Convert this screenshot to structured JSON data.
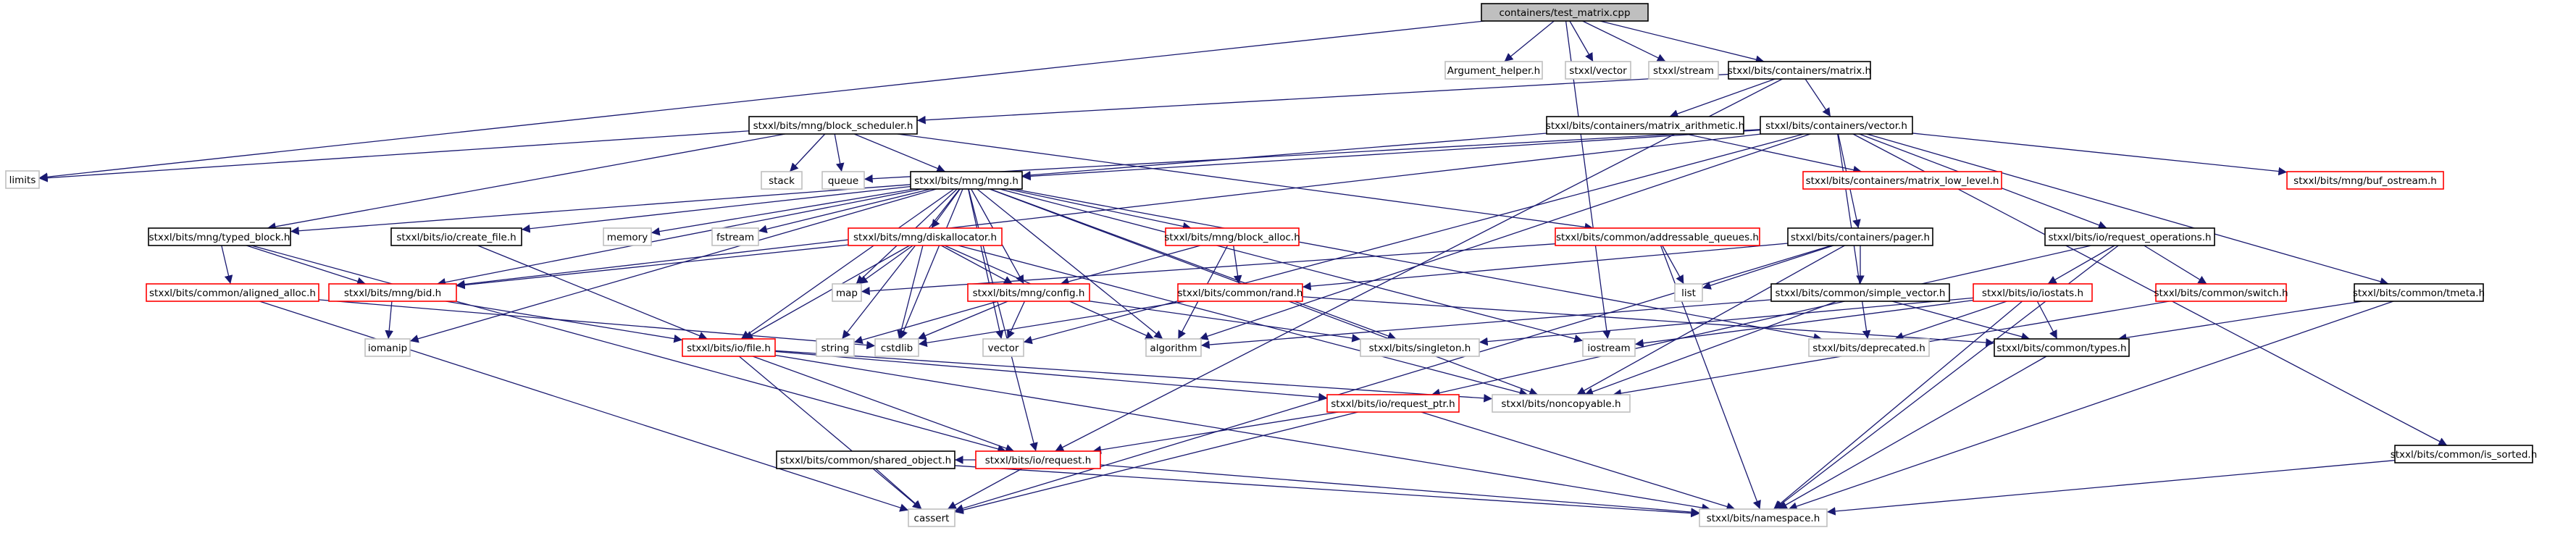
{
  "colors": {
    "root_fill": "#bfbfbf",
    "root_border": "#000000",
    "normal_border": "#000000",
    "truncated_border": "#ff0000",
    "leaf_border": "#bfbfbf",
    "edge": "#191970",
    "text": "#000000",
    "background": "#ffffff"
  },
  "nodes": [
    {
      "id": "root",
      "label": "containers/test_matrix.cpp",
      "kind": "root"
    },
    {
      "id": "limits",
      "label": "limits",
      "kind": "leaf"
    },
    {
      "id": "argument_helper",
      "label": "Argument_helper.h",
      "kind": "leaf"
    },
    {
      "id": "stxxl_vector",
      "label": "stxxl/vector",
      "kind": "leaf"
    },
    {
      "id": "stxxl_stream",
      "label": "stxxl/stream",
      "kind": "leaf"
    },
    {
      "id": "matrix_h",
      "label": "stxxl/bits/containers/matrix.h",
      "kind": "normal"
    },
    {
      "id": "block_scheduler",
      "label": "stxxl/bits/mng/block_scheduler.h",
      "kind": "normal"
    },
    {
      "id": "stack",
      "label": "stack",
      "kind": "leaf"
    },
    {
      "id": "queue",
      "label": "queue",
      "kind": "leaf"
    },
    {
      "id": "matrix_arith",
      "label": "stxxl/bits/containers/matrix_arithmetic.h",
      "kind": "normal"
    },
    {
      "id": "vector_h",
      "label": "stxxl/bits/containers/vector.h",
      "kind": "normal"
    },
    {
      "id": "mng_h",
      "label": "stxxl/bits/mng/mng.h",
      "kind": "normal"
    },
    {
      "id": "matrix_low",
      "label": "stxxl/bits/containers/matrix_low_level.h",
      "kind": "truncated"
    },
    {
      "id": "buf_ostream",
      "label": "stxxl/bits/mng/buf_ostream.h",
      "kind": "truncated"
    },
    {
      "id": "typed_block",
      "label": "stxxl/bits/mng/typed_block.h",
      "kind": "normal"
    },
    {
      "id": "create_file",
      "label": "stxxl/bits/io/create_file.h",
      "kind": "normal"
    },
    {
      "id": "memory",
      "label": "memory",
      "kind": "leaf"
    },
    {
      "id": "fstream",
      "label": "fstream",
      "kind": "leaf"
    },
    {
      "id": "diskallocator",
      "label": "stxxl/bits/mng/diskallocator.h",
      "kind": "truncated"
    },
    {
      "id": "block_alloc",
      "label": "stxxl/bits/mng/block_alloc.h",
      "kind": "truncated"
    },
    {
      "id": "addressable_queues",
      "label": "stxxl/bits/common/addressable_queues.h",
      "kind": "truncated"
    },
    {
      "id": "pager",
      "label": "stxxl/bits/containers/pager.h",
      "kind": "normal"
    },
    {
      "id": "request_ops",
      "label": "stxxl/bits/io/request_operations.h",
      "kind": "normal"
    },
    {
      "id": "aligned_alloc",
      "label": "stxxl/bits/common/aligned_alloc.h",
      "kind": "truncated"
    },
    {
      "id": "bid_h",
      "label": "stxxl/bits/mng/bid.h",
      "kind": "truncated"
    },
    {
      "id": "map",
      "label": "map",
      "kind": "leaf"
    },
    {
      "id": "config_h",
      "label": "stxxl/bits/mng/config.h",
      "kind": "truncated"
    },
    {
      "id": "rand_h",
      "label": "stxxl/bits/common/rand.h",
      "kind": "truncated"
    },
    {
      "id": "list",
      "label": "list",
      "kind": "leaf"
    },
    {
      "id": "simple_vector",
      "label": "stxxl/bits/common/simple_vector.h",
      "kind": "normal"
    },
    {
      "id": "iostats",
      "label": "stxxl/bits/io/iostats.h",
      "kind": "truncated"
    },
    {
      "id": "switch_h",
      "label": "stxxl/bits/common/switch.h",
      "kind": "truncated"
    },
    {
      "id": "tmeta",
      "label": "stxxl/bits/common/tmeta.h",
      "kind": "normal"
    },
    {
      "id": "iomanip",
      "label": "iomanip",
      "kind": "leaf"
    },
    {
      "id": "file_h",
      "label": "stxxl/bits/io/file.h",
      "kind": "truncated"
    },
    {
      "id": "string",
      "label": "string",
      "kind": "leaf"
    },
    {
      "id": "cstdlib",
      "label": "cstdlib",
      "kind": "leaf"
    },
    {
      "id": "vector",
      "label": "vector",
      "kind": "leaf"
    },
    {
      "id": "algorithm",
      "label": "algorithm",
      "kind": "leaf"
    },
    {
      "id": "singleton",
      "label": "stxxl/bits/singleton.h",
      "kind": "leaf"
    },
    {
      "id": "iostream",
      "label": "iostream",
      "kind": "leaf"
    },
    {
      "id": "deprecated",
      "label": "stxxl/bits/deprecated.h",
      "kind": "leaf"
    },
    {
      "id": "types_h",
      "label": "stxxl/bits/common/types.h",
      "kind": "normal"
    },
    {
      "id": "noncopyable",
      "label": "stxxl/bits/noncopyable.h",
      "kind": "leaf"
    },
    {
      "id": "request_ptr",
      "label": "stxxl/bits/io/request_ptr.h",
      "kind": "truncated"
    },
    {
      "id": "is_sorted",
      "label": "stxxl/bits/common/is_sorted.h",
      "kind": "normal"
    },
    {
      "id": "shared_object",
      "label": "stxxl/bits/common/shared_object.h",
      "kind": "normal"
    },
    {
      "id": "request_h",
      "label": "stxxl/bits/io/request.h",
      "kind": "truncated"
    },
    {
      "id": "cassert",
      "label": "cassert",
      "kind": "leaf"
    },
    {
      "id": "namespace_h",
      "label": "stxxl/bits/namespace.h",
      "kind": "leaf"
    }
  ],
  "edges": [
    [
      "root",
      "limits"
    ],
    [
      "root",
      "argument_helper"
    ],
    [
      "root",
      "stxxl_vector"
    ],
    [
      "root",
      "stxxl_stream"
    ],
    [
      "root",
      "matrix_h"
    ],
    [
      "root",
      "iostream"
    ],
    [
      "matrix_h",
      "block_scheduler"
    ],
    [
      "matrix_h",
      "matrix_arith"
    ],
    [
      "matrix_h",
      "vector_h"
    ],
    [
      "matrix_h",
      "request_h"
    ],
    [
      "block_scheduler",
      "limits"
    ],
    [
      "block_scheduler",
      "stack"
    ],
    [
      "block_scheduler",
      "queue"
    ],
    [
      "block_scheduler",
      "mng_h"
    ],
    [
      "block_scheduler",
      "typed_block"
    ],
    [
      "block_scheduler",
      "addressable_queues"
    ],
    [
      "matrix_arith",
      "mng_h"
    ],
    [
      "matrix_arith",
      "matrix_low"
    ],
    [
      "vector_h",
      "queue"
    ],
    [
      "vector_h",
      "mng_h"
    ],
    [
      "vector_h",
      "buf_ostream"
    ],
    [
      "vector_h",
      "pager"
    ],
    [
      "vector_h",
      "request_ops"
    ],
    [
      "vector_h",
      "tmeta"
    ],
    [
      "vector_h",
      "is_sorted"
    ],
    [
      "vector_h",
      "vector"
    ],
    [
      "vector_h",
      "deprecated"
    ],
    [
      "vector_h",
      "algorithm"
    ],
    [
      "vector_h",
      "bid_h"
    ],
    [
      "mng_h",
      "typed_block"
    ],
    [
      "mng_h",
      "create_file"
    ],
    [
      "mng_h",
      "memory"
    ],
    [
      "mng_h",
      "fstream"
    ],
    [
      "mng_h",
      "diskallocator"
    ],
    [
      "mng_h",
      "block_alloc"
    ],
    [
      "mng_h",
      "map"
    ],
    [
      "mng_h",
      "bid_h"
    ],
    [
      "mng_h",
      "iomanip"
    ],
    [
      "mng_h",
      "file_h"
    ],
    [
      "mng_h",
      "string"
    ],
    [
      "mng_h",
      "cstdlib"
    ],
    [
      "mng_h",
      "vector"
    ],
    [
      "mng_h",
      "algorithm"
    ],
    [
      "mng_h",
      "singleton"
    ],
    [
      "mng_h",
      "iostream"
    ],
    [
      "mng_h",
      "noncopyable"
    ],
    [
      "mng_h",
      "request_h"
    ],
    [
      "mng_h",
      "deprecated"
    ],
    [
      "mng_h",
      "config_h"
    ],
    [
      "typed_block",
      "aligned_alloc"
    ],
    [
      "typed_block",
      "bid_h"
    ],
    [
      "typed_block",
      "request_h"
    ],
    [
      "create_file",
      "file_h"
    ],
    [
      "diskallocator",
      "bid_h"
    ],
    [
      "diskallocator",
      "config_h"
    ],
    [
      "diskallocator",
      "map"
    ],
    [
      "diskallocator",
      "file_h"
    ],
    [
      "diskallocator",
      "cstdlib"
    ],
    [
      "diskallocator",
      "algorithm"
    ],
    [
      "diskallocator",
      "noncopyable"
    ],
    [
      "block_alloc",
      "config_h"
    ],
    [
      "block_alloc",
      "rand_h"
    ],
    [
      "block_alloc",
      "algorithm"
    ],
    [
      "addressable_queues",
      "map"
    ],
    [
      "addressable_queues",
      "list"
    ],
    [
      "addressable_queues",
      "namespace_h"
    ],
    [
      "pager",
      "list"
    ],
    [
      "pager",
      "rand_h"
    ],
    [
      "pager",
      "simple_vector"
    ],
    [
      "pager",
      "noncopyable"
    ],
    [
      "pager",
      "cassert"
    ],
    [
      "request_ops",
      "iostats"
    ],
    [
      "request_ops",
      "switch_h"
    ],
    [
      "request_ops",
      "request_ptr"
    ],
    [
      "request_ops",
      "namespace_h"
    ],
    [
      "aligned_alloc",
      "cassert"
    ],
    [
      "aligned_alloc",
      "cstdlib"
    ],
    [
      "bid_h",
      "iomanip"
    ],
    [
      "bid_h",
      "file_h"
    ],
    [
      "config_h",
      "string"
    ],
    [
      "config_h",
      "cstdlib"
    ],
    [
      "config_h",
      "vector"
    ],
    [
      "config_h",
      "singleton"
    ],
    [
      "rand_h",
      "types_h"
    ],
    [
      "rand_h",
      "cstdlib"
    ],
    [
      "simple_vector",
      "types_h"
    ],
    [
      "simple_vector",
      "noncopyable"
    ],
    [
      "simple_vector",
      "algorithm"
    ],
    [
      "iostats",
      "types_h"
    ],
    [
      "iostats",
      "deprecated"
    ],
    [
      "iostats",
      "singleton"
    ],
    [
      "iostats",
      "namespace_h"
    ],
    [
      "iostats",
      "iostream"
    ],
    [
      "switch_h",
      "noncopyable"
    ],
    [
      "tmeta",
      "types_h"
    ],
    [
      "tmeta",
      "namespace_h"
    ],
    [
      "file_h",
      "request_ptr"
    ],
    [
      "file_h",
      "request_h"
    ],
    [
      "file_h",
      "noncopyable"
    ],
    [
      "file_h",
      "cassert"
    ],
    [
      "file_h",
      "namespace_h"
    ],
    [
      "types_h",
      "namespace_h"
    ],
    [
      "request_ptr",
      "request_h"
    ],
    [
      "request_ptr",
      "cassert"
    ],
    [
      "request_ptr",
      "namespace_h"
    ],
    [
      "is_sorted",
      "namespace_h"
    ],
    [
      "shared_object",
      "cassert"
    ],
    [
      "shared_object",
      "namespace_h"
    ],
    [
      "request_h",
      "shared_object"
    ],
    [
      "request_h",
      "cassert"
    ],
    [
      "request_h",
      "namespace_h"
    ]
  ]
}
